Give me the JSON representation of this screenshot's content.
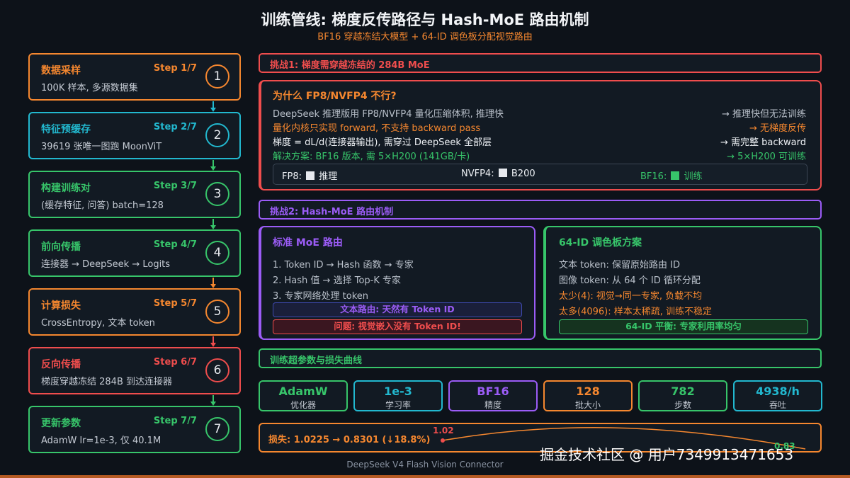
{
  "title": "训练管线: 梯度反传路径与 Hash-MoE 路由机制",
  "subtitle": "BF16 穿越冻结大模型 + 64-ID 调色板分配视觉路由",
  "steps": [
    {
      "title": "数据采样",
      "desc": "100K 样本, 多源数据集",
      "num": "Step 1/7",
      "circle": "1",
      "color": "#f5872f"
    },
    {
      "title": "特征预缓存",
      "desc": "39619 张唯一图跑 MoonViT",
      "num": "Step 2/7",
      "circle": "2",
      "color": "#22b8cf"
    },
    {
      "title": "构建训练对",
      "desc": "(缓存特征, 问答) batch=128",
      "num": "Step 3/7",
      "circle": "3",
      "color": "#37c56a"
    },
    {
      "title": "前向传播",
      "desc": "连接器 → DeepSeek → Logits",
      "num": "Step 4/7",
      "circle": "4",
      "color": "#37c56a"
    },
    {
      "title": "计算损失",
      "desc": "CrossEntropy, 文本 token",
      "num": "Step 5/7",
      "circle": "5",
      "color": "#f5872f"
    },
    {
      "title": "反向传播",
      "desc": "梯度穿越冻结 284B 到达连接器",
      "num": "Step 6/7",
      "circle": "6",
      "color": "#ef4d4d"
    },
    {
      "title": "更新参数",
      "desc": "AdamW lr=1e-3, 仅 40.1M",
      "num": "Step 7/7",
      "circle": "7",
      "color": "#37c56a"
    }
  ],
  "challenge1": {
    "header": "挑战1: 梯度需穿越冻结的 284B MoE",
    "panel_title": "为什么 FP8/NVFP4 不行?",
    "rows": [
      {
        "left": "DeepSeek 推理版用 FP8/NVFP4 量化压缩体积, 推理快",
        "right": "→ 推理快但无法训练",
        "color": "#b9c0ca"
      },
      {
        "left": "量化内核只实现 forward, 不支持 backward pass",
        "right": "→ 无梯度反传",
        "color": "#f5872f"
      },
      {
        "left": "梯度 = dL/d(连接器输出), 需穿过 DeepSeek 全部层",
        "right": "→ 需完整 backward",
        "color": "#eef1f5"
      },
      {
        "left": "解决方案: BF16 版本, 需 5×H200 (141GB/卡)",
        "right": "→ 5×H200 可训练",
        "color": "#37c56a"
      }
    ],
    "legend": [
      {
        "label": "FP8:",
        "desc": "推理",
        "color": "#eef1f5",
        "sq": "#e6e9ee"
      },
      {
        "label": "NVFP4:",
        "desc": "B200",
        "color": "#eef1f5",
        "sq": "#e6e9ee"
      },
      {
        "label": "BF16:",
        "desc": "训练",
        "color": "#37c56a",
        "sq": "#37c56a"
      }
    ]
  },
  "challenge2": {
    "header": "挑战2: Hash-MoE 路由机制",
    "left_title": "标准 MoE 路由",
    "left_rows": [
      "1. Token ID → Hash 函数 → 专家",
      "2. Hash 值 → 选择 Top-K 专家",
      "3. 专家网络处理 token"
    ],
    "chip_blue": "文本路由: 天然有 Token ID",
    "chip_red": "问题: 视觉嵌入没有 Token ID!",
    "right_title": "64-ID 调色板方案",
    "right_rows": [
      {
        "text": "文本 token: 保留原始路由 ID",
        "color": "#b9c0ca"
      },
      {
        "text": "图像 token: 从 64 个 ID 循环分配",
        "color": "#b9c0ca"
      },
      {
        "text": "太少(4): 视觉→同一专家, 负载不均",
        "color": "#f5872f"
      },
      {
        "text": "太多(4096): 样本太稀疏, 训练不稳定",
        "color": "#f5872f"
      }
    ],
    "chip_green": "64-ID 平衡: 专家利用率均匀"
  },
  "hyper": {
    "header": "训练超参数与损失曲线",
    "metrics": [
      {
        "value": "AdamW",
        "label": "优化器",
        "color": "#37c56a"
      },
      {
        "value": "1e-3",
        "label": "学习率",
        "color": "#22b8cf"
      },
      {
        "value": "BF16",
        "label": "精度",
        "color": "#9b5cf6"
      },
      {
        "value": "128",
        "label": "批大小",
        "color": "#f5872f"
      },
      {
        "value": "782",
        "label": "步数",
        "color": "#37c56a"
      },
      {
        "value": "4938/h",
        "label": "吞吐",
        "color": "#22b8cf"
      }
    ],
    "loss_label": "损失: 1.0225 → 0.8301 (↓18.8%)",
    "loss_start_label": "1.02",
    "loss_end_label": "0.83"
  },
  "footer": "DeepSeek V4 Flash Vision Connector",
  "watermark": "掘金技术社区 @ 用户7349913471653",
  "chart_data": {
    "type": "line",
    "x": [
      0,
      782
    ],
    "series": [
      {
        "values": [
          1.0225,
          0.8301
        ]
      }
    ],
    "xlabel": "",
    "ylabel": ""
  }
}
